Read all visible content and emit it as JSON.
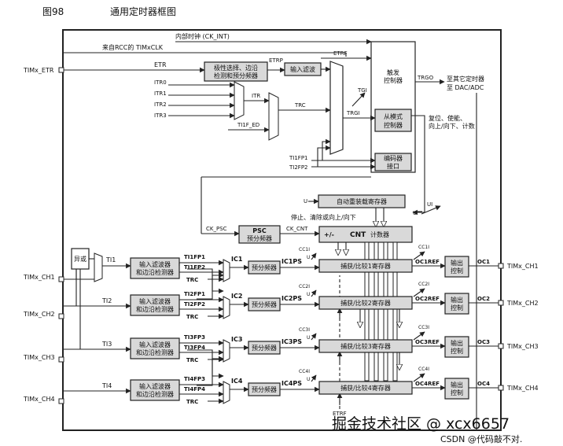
{
  "figure": {
    "number": "图98",
    "title": "通用定时器框图"
  },
  "clock": {
    "internal": "内部时钟 (CK_INT)",
    "rcc": "来自RCC的 TIMxCLK"
  },
  "pins": {
    "etr": "TIMx_ETR",
    "ch_in": [
      "TIMx_CH1",
      "TIMx_CH2",
      "TIMx_CH3",
      "TIMx_CH4"
    ],
    "ch_out": [
      "TIMx_CH1",
      "TIMx_CH2",
      "TIMx_CH3",
      "TIMx_CH4"
    ]
  },
  "signals": {
    "etr": "ETR",
    "etrp": "ETRP",
    "etrf": "ETRF",
    "etrf_bottom": "ETRF",
    "itr": [
      "ITR0",
      "ITR1",
      "ITR2",
      "ITR3"
    ],
    "itr_mux": "ITR",
    "ti1f_ed": "TI1F_ED",
    "trc": "TRC",
    "tgi": "TGI",
    "trgi": "TRGI",
    "ti1fp1": "TI1FP1",
    "ti2fp2": "TI2FP2",
    "trgo": "TRGO",
    "ck_psc": "CK_PSC",
    "ck_cnt": "CK_CNT",
    "plusminus": "+/-",
    "u": "U",
    "ui": "UI",
    "ti": [
      "TI1",
      "TI2",
      "TI3",
      "TI4"
    ],
    "ic": [
      "IC1",
      "IC2",
      "IC3",
      "IC4"
    ],
    "icps": [
      "IC1PS",
      "IC2PS",
      "IC3PS",
      "IC4PS"
    ],
    "cci": [
      "CC1I",
      "CC2I",
      "CC3I",
      "CC4I"
    ],
    "ocref": [
      "OC1REF",
      "OC2REF",
      "OC3REF",
      "OC4REF"
    ],
    "oc": [
      "OC1",
      "OC2",
      "OC3",
      "OC4"
    ],
    "fp_a": [
      "TI1FP1",
      "TI2FP1",
      "TI3FP3",
      "TI4FP3"
    ],
    "fp_b": [
      "TI1FP2",
      "TI2FP2",
      "TI3FP4",
      "TI4FP4"
    ],
    "trc_in": "TRC"
  },
  "blocks": {
    "polarity": [
      "极性选择、边沿",
      "检测和预分频器"
    ],
    "input_filter": "输入滤波",
    "trigger": [
      "触发",
      "控制器"
    ],
    "slave": [
      "从模式",
      "控制器"
    ],
    "encoder": [
      "编码器",
      "接口"
    ],
    "auto_reload": "自动重装载寄存器",
    "stop_clear": "停止、清除或向上/向下",
    "psc": "PSC",
    "psc_label": "预分频器",
    "cnt": "CNT",
    "cnt_label": "计数器",
    "xor": "异或",
    "edge_detect": [
      "输入滤波器",
      "和边沿检测器"
    ],
    "prescaler": "预分频器",
    "capture_compare": [
      "捕获/比较1寄存器",
      "捕获/比较2寄存器",
      "捕获/比较3寄存器",
      "捕获/比较4寄存器"
    ],
    "output_ctrl": [
      "输出",
      "控制"
    ]
  },
  "annotations": {
    "trgo_to": [
      "至其它定时器",
      "至 DAC/ADC"
    ],
    "reset": [
      "复位、使能、",
      "向上/向下、计数"
    ]
  },
  "watermark": {
    "text": "掘金技术社区 @ xcx6657",
    "sub": "CSDN @代码敲不对."
  }
}
